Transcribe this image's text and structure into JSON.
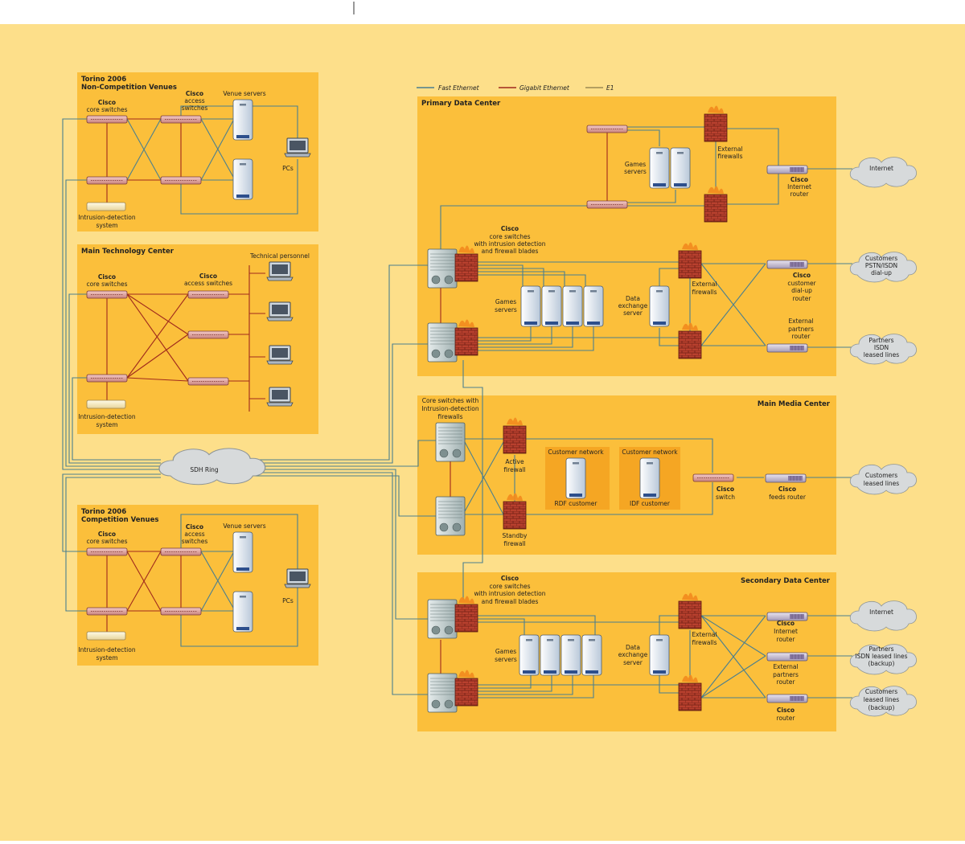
{
  "legend": {
    "fast_ethernet": "Fast Ethernet",
    "gigabit_ethernet": "Gigabit Ethernet",
    "e1": "E1"
  },
  "colors": {
    "page_bg": "#fddf8a",
    "panel": "#fbbf3b",
    "fast": "#4a7f8f",
    "gig": "#a0291c",
    "e1": "#9c8a52",
    "cloud": "#d7dadb"
  },
  "sdh_ring": "SDH Ring",
  "non_competition": {
    "title1": "Torino 2006",
    "title2": "Non-Competition Venues",
    "core_bold": "Cisco",
    "core_rest": "core switches",
    "access_bold": "Cisco",
    "access_l2": "access",
    "access_l3": "switches",
    "venue_servers": "Venue servers",
    "pcs": "PCs",
    "ids1": "Intrusion-detection",
    "ids2": "system"
  },
  "main_tech": {
    "title": "Main Technology Center",
    "core_bold": "Cisco",
    "core_rest": "core switches",
    "access_bold": "Cisco",
    "access_rest": "access switches",
    "tech_personnel": "Technical personnel",
    "ids1": "Intrusion-detection",
    "ids2": "system"
  },
  "competition": {
    "title1": "Torino 2006",
    "title2": "Competition Venues",
    "core_bold": "Cisco",
    "core_rest": "core switches",
    "access_bold": "Cisco",
    "access_l2": "access",
    "access_l3": "switches",
    "venue_servers": "Venue servers",
    "pcs": "PCs",
    "ids1": "Intrusion-detection",
    "ids2": "system"
  },
  "primary": {
    "title": "Primary Data Center",
    "games_servers_top1": "Games",
    "games_servers_top2": "servers",
    "ext_fw1": "External",
    "ext_fw2": "firewalls",
    "inet_router_bold": "Cisco",
    "inet_router_l2": "Internet",
    "inet_router_l3": "router",
    "internet": "Internet",
    "core_bold": "Cisco",
    "core_l2": "core switches",
    "core_l3": "with intrusion detection",
    "core_l4": "and firewall blades",
    "games_servers1": "Games",
    "games_servers2": "servers",
    "data_exch1": "Data",
    "data_exch2": "exchange",
    "data_exch3": "server",
    "ext_fw_mid1": "External",
    "ext_fw_mid2": "firewalls",
    "cust_router_bold": "Cisco",
    "cust_router_l2": "customer",
    "cust_router_l3": "dial-up",
    "cust_router_l4": "router",
    "partners_router1": "External",
    "partners_router2": "partners",
    "partners_router3": "router",
    "cloud_pstn1": "Customers",
    "cloud_pstn2": "PSTN/ISDN",
    "cloud_pstn3": "dial-up",
    "cloud_partners1": "Partners",
    "cloud_partners2": "ISDN",
    "cloud_partners3": "leased lines"
  },
  "media": {
    "title": "Main Media Center",
    "core1": "Core switches with",
    "core2": "Intrusion-detection",
    "core3": "firewalls",
    "active1": "Active",
    "active2": "firewall",
    "standby1": "Standby",
    "standby2": "firewall",
    "custnet": "Customer network",
    "rdf": "RDF customer",
    "idf": "IDF customer",
    "switch_bold": "Cisco",
    "switch_l2": "switch",
    "feeds_bold": "Cisco",
    "feeds_l2": "feeds router",
    "cloud1": "Customers",
    "cloud2": "leased lines"
  },
  "secondary": {
    "title": "Secondary Data Center",
    "core_bold": "Cisco",
    "core_l2": "core switches",
    "core_l3": "with intrusion detection",
    "core_l4": "and firewall blades",
    "games_servers1": "Games",
    "games_servers2": "servers",
    "data_exch1": "Data",
    "data_exch2": "exchange",
    "data_exch3": "server",
    "ext_fw1": "External",
    "ext_fw2": "firewalls",
    "inet_router_bold": "Cisco",
    "inet_router_l2": "Internet",
    "inet_router_l3": "router",
    "partners_router1": "External",
    "partners_router2": "partners",
    "partners_router3": "router",
    "router_bold": "Cisco",
    "router_l2": "router",
    "internet": "Internet",
    "cloud_partners1": "Partners",
    "cloud_partners2": "ISDN leased lines",
    "cloud_partners3": "(backup)",
    "cloud_cust1": "Customers",
    "cloud_cust2": "leased lines",
    "cloud_cust3": "(backup)"
  }
}
